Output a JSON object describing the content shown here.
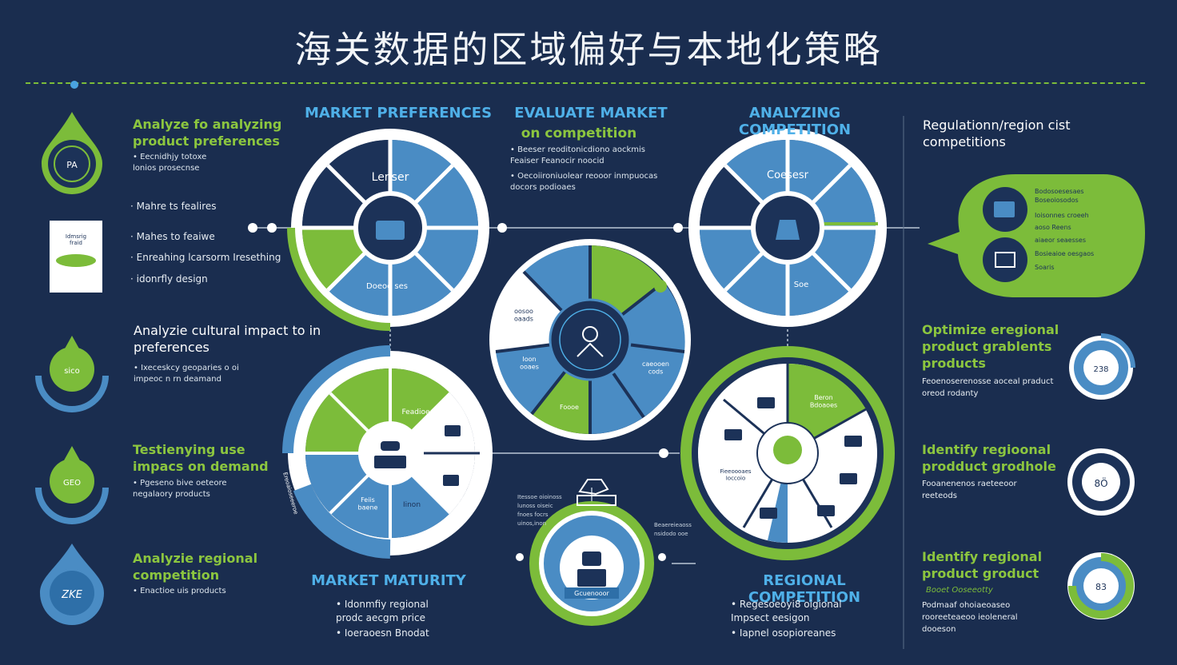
{
  "title": "海关数据的区域偏好与本地化策略",
  "left": {
    "s1": {
      "heading": "Analyze fo analyzing product preferences",
      "bullets": [
        "• Eecnidhjy totoxe\n  lonios prosecnse"
      ]
    },
    "list": [
      "· Mahre ts fealires",
      "· Mahes to feaiwe",
      "· Enreahing lcarsorm Iresething",
      "· idonrfly design"
    ],
    "card": {
      "line1": "Idmsrig",
      "line2": "fraid"
    },
    "s2": {
      "heading": "Analyzie cultural impact to in preferences",
      "bullets": [
        "• Ixeceskcy geoparies o oi\n  impeoc n rn deamand"
      ]
    },
    "s3": {
      "heading": "Testienying use impacs on demand",
      "bullets": [
        "• Pgeseno bive oeteore\n  negalaory products"
      ]
    },
    "s4": {
      "heading": "Analyzie regional competition",
      "bullets": [
        "• Enactioe uis products"
      ]
    },
    "icons": {
      "a": "PA",
      "b": "sico",
      "c": "GEO",
      "d": "ZKE"
    }
  },
  "center": {
    "h1": "MARKET PREFERENCES",
    "h2a": "EVALUATE MARKET",
    "h2b": "on competition",
    "b2": [
      "• Beeser  reoditonicdiono aockmis\n  Feaiser Feanocir noocid",
      "• Oecoiironiuolear reooor inmpuocas\n  docors podioaes"
    ],
    "h3": "ANALYZING COMPETITION",
    "h4": "MARKET MATURITY",
    "b4": [
      "• Idonmfiy regional\n  prodc aecgm price",
      "• Ioeraoesn Bnodat"
    ],
    "h5": "REGIONAL COMPETITION",
    "b5": [
      "• Regesoeoyi8 oigional\n  Impsect eesigon",
      "• Iapnel osopioreanes"
    ],
    "w1": {
      "top": "Lenser",
      "bottom": "Doeoo  ses"
    },
    "w3": {
      "top": "Coesesr",
      "bottom": "Soe"
    },
    "w2": {
      "a": "oosoo\noaads",
      "b": "Ioon\nooaes",
      "c": "Foooe",
      "d": "caeooen\ncods"
    },
    "w4": {
      "a": "Feadioe",
      "b": "Feiis\nbaene",
      "c": "Iinon",
      "label": "Ereoaioseeeroe"
    },
    "w6": {
      "a": "Beron\nBdoaoes",
      "b": "Fieeoooaes\nIoccoio"
    },
    "w5": {
      "label": "Gcuenooor",
      "side_l": "Itessoe oioinoss\nlunoss oiseic\nfnoes focrs\nuinos,inon",
      "side_r": "Beaereieaoss\nnsidodo ooe"
    }
  },
  "right": {
    "s1": {
      "heading": "Regulationn/region cist competitions"
    },
    "bubble": [
      "Bodosoesesaes\nBoseoiosodos",
      "Ioisonnes croeeh",
      "aoso Reens",
      "aiaeor  seaesses",
      "Bosieaioe  oesgaos",
      "Soaris"
    ],
    "s2": {
      "heading": "Optimize eregional product grablents products",
      "body": "Feoenoserenosse  aoceal praduct\noreod rodanty",
      "ring": "238"
    },
    "s3": {
      "heading": "Identify regioonal prodduct grodhole",
      "body": "Fooanenenos raeteeoor\nreeteods",
      "ring": "8Ö"
    },
    "s4": {
      "heading": "Identify regional product groduct",
      "sub": "Booet Ooseeotty",
      "body": "Podmaaf ohoiaeoaseo\nrooreeteaeoo ieoleneral\ndooeson",
      "ring": "83"
    }
  },
  "colors": {
    "bg": "#1a2d4f",
    "green": "#7cbc3a",
    "blue": "#4a8cc4",
    "lightblue": "#4fb0e8",
    "white": "#ffffff",
    "navy": "#1c3258"
  }
}
